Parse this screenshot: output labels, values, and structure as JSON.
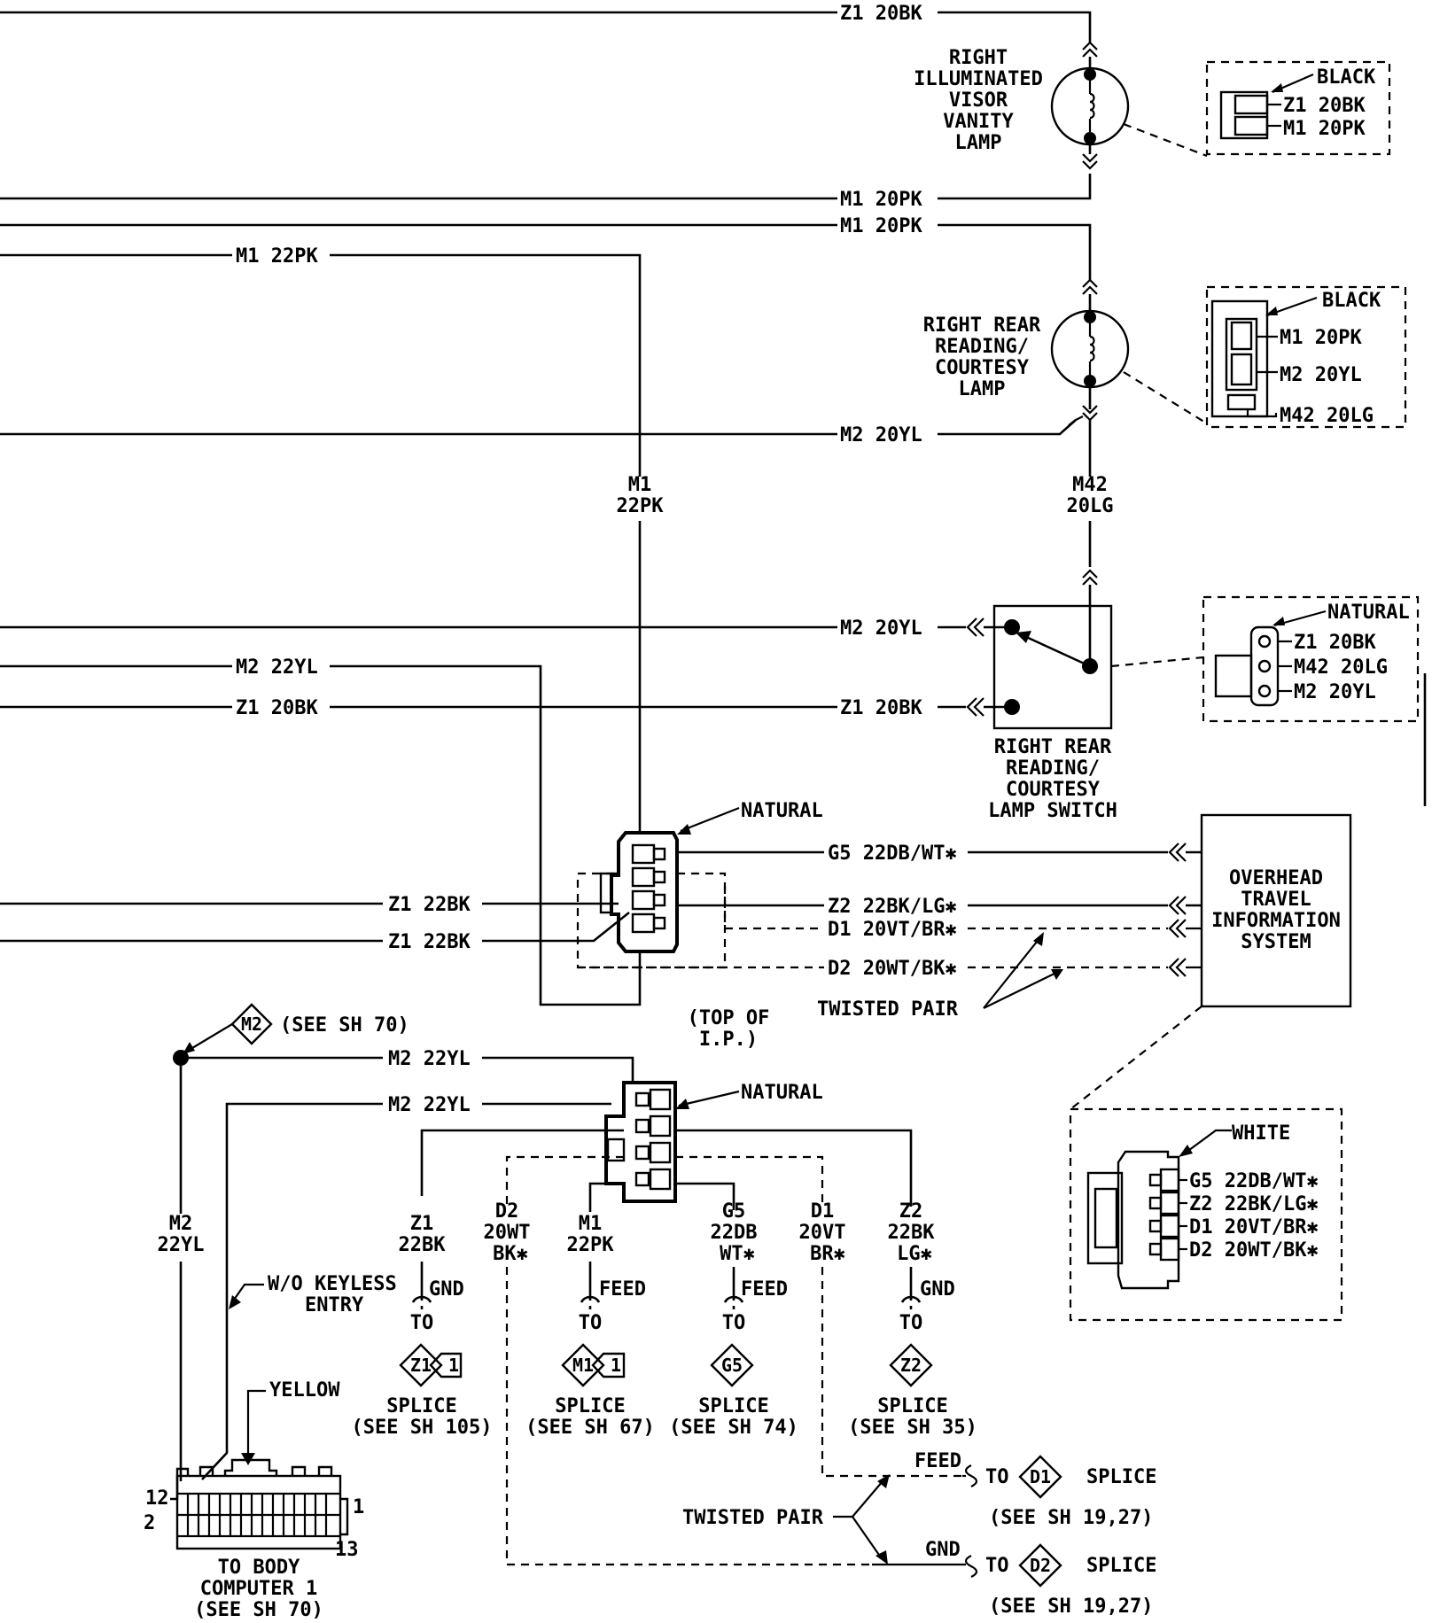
{
  "lamps": {
    "visor": {
      "name": [
        "RIGHT",
        "ILLUMINATED",
        "VISOR",
        "VANITY",
        "LAMP"
      ],
      "connector_color": "BLACK",
      "pins": [
        "Z1 20BK",
        "M1 20PK"
      ]
    },
    "reading": {
      "name": [
        "RIGHT REAR",
        "READING/",
        "COURTESY",
        "LAMP"
      ],
      "connector_color": "BLACK",
      "pins": [
        "M1 20PK",
        "M2 20YL",
        "M42 20LG"
      ]
    },
    "switch": {
      "name": [
        "RIGHT REAR",
        "READING/",
        "COURTESY",
        "LAMP SWITCH"
      ],
      "connector_color": "NATURAL",
      "pins": [
        "Z1 20BK",
        "M42 20LG",
        "M2 20YL"
      ]
    }
  },
  "wires": {
    "z1_20bk": "Z1 20BK",
    "m1_20pk": "M1 20PK",
    "m1_22pk": "M1 22PK",
    "m1_vert": [
      "M1",
      "22PK"
    ],
    "m2_20yl": "M2 20YL",
    "m42_vert": [
      "M42",
      "20LG"
    ],
    "m2_22yl": "M2 22YL",
    "z1_22bk": "Z1 22BK",
    "g5": "G5 22DB/WT✱",
    "z2": "Z2 22BK/LG✱",
    "d1": "D1 20VT/BR✱",
    "d2": "D2 20WT/BK✱",
    "twisted_pair": "TWISTED PAIR",
    "m2_vert": [
      "M2",
      "22YL"
    ],
    "wo_keyless": [
      "W/O KEYLESS",
      "ENTRY"
    ]
  },
  "connectors": {
    "upper_natural": "NATURAL",
    "lower_natural": "NATURAL",
    "top_ip": [
      "(TOP OF",
      "I.P.)"
    ],
    "m2_ref": {
      "label": "M2",
      "text": "(SEE SH 70)"
    },
    "yellow": "YELLOW"
  },
  "overhead": {
    "name": [
      "OVERHEAD",
      "TRAVEL",
      "INFORMATION",
      "SYSTEM"
    ],
    "connector_color": "WHITE",
    "pins": [
      "G5 22DB/WT✱",
      "Z2 22BK/LG✱",
      "D1 20VT/BR✱",
      "D2 20WT/BK✱"
    ]
  },
  "branches": [
    {
      "wire": [
        "Z1",
        "22BK"
      ],
      "kind": "GND",
      "to": "TO",
      "symbol": "Z1",
      "sub": "1",
      "splice": "SPLICE",
      "ref": "(SEE SH 105)"
    },
    {
      "wire": [
        "D2",
        "20WT",
        "BK✱"
      ]
    },
    {
      "wire": [
        "M1",
        "22PK"
      ],
      "kind": "FEED",
      "to": "TO",
      "symbol": "M1",
      "sub": "1",
      "splice": "SPLICE",
      "ref": "(SEE SH 67)"
    },
    {
      "wire": [
        "G5",
        "22DB",
        "WT✱"
      ],
      "kind": "FEED",
      "to": "TO",
      "symbol": "G5",
      "splice": "SPLICE",
      "ref": "(SEE SH 74)"
    },
    {
      "wire": [
        "D1",
        "20VT",
        "BR✱"
      ]
    },
    {
      "wire": [
        "Z2",
        "22BK",
        "LG✱"
      ],
      "kind": "GND",
      "to": "TO",
      "symbol": "Z2",
      "splice": "SPLICE",
      "ref": "(SEE SH 35)"
    }
  ],
  "d_splices": [
    {
      "kind": "FEED",
      "to": "TO",
      "symbol": "D1",
      "splice": "SPLICE",
      "ref": "(SEE SH 19,27)"
    },
    {
      "kind": "GND",
      "to": "TO",
      "symbol": "D2",
      "splice": "SPLICE",
      "ref": "(SEE SH 19,27)"
    }
  ],
  "body_computer": {
    "pin_labels": [
      "12",
      "1",
      "2",
      "13"
    ],
    "name": [
      "TO BODY",
      "COMPUTER 1",
      "(SEE SH 70)"
    ]
  }
}
